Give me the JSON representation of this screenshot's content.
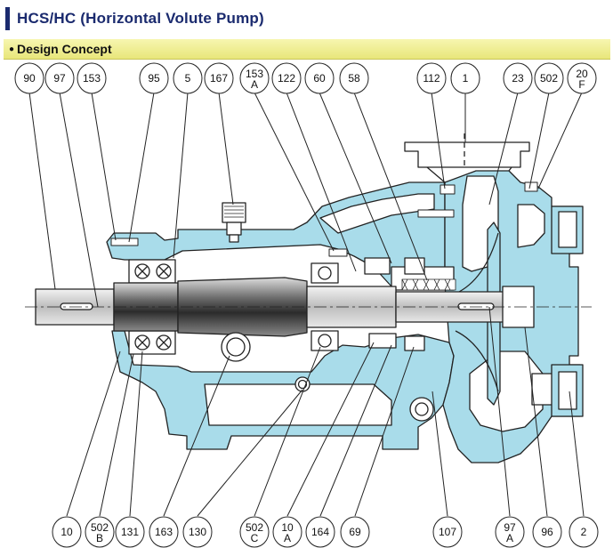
{
  "title": "HCS/HC (Horizontal Volute Pump)",
  "section": "Design Concept",
  "callouts_top": [
    {
      "line1": "90",
      "line2": ""
    },
    {
      "line1": "97",
      "line2": ""
    },
    {
      "line1": "153",
      "line2": ""
    },
    {
      "line1": "95",
      "line2": ""
    },
    {
      "line1": "5",
      "line2": ""
    },
    {
      "line1": "167",
      "line2": ""
    },
    {
      "line1": "153",
      "line2": "A"
    },
    {
      "line1": "122",
      "line2": ""
    },
    {
      "line1": "60",
      "line2": ""
    },
    {
      "line1": "58",
      "line2": ""
    },
    {
      "line1": "112",
      "line2": ""
    },
    {
      "line1": "1",
      "line2": ""
    },
    {
      "line1": "23",
      "line2": ""
    },
    {
      "line1": "502",
      "line2": ""
    },
    {
      "line1": "20",
      "line2": "F"
    }
  ],
  "callouts_bottom": [
    {
      "line1": "10",
      "line2": ""
    },
    {
      "line1": "502",
      "line2": "B"
    },
    {
      "line1": "131",
      "line2": ""
    },
    {
      "line1": "163",
      "line2": ""
    },
    {
      "line1": "130",
      "line2": ""
    },
    {
      "line1": "502",
      "line2": "C"
    },
    {
      "line1": "10",
      "line2": "A"
    },
    {
      "line1": "164",
      "line2": ""
    },
    {
      "line1": "69",
      "line2": ""
    },
    {
      "line1": "107",
      "line2": ""
    },
    {
      "line1": "97",
      "line2": "A"
    },
    {
      "line1": "96",
      "line2": ""
    },
    {
      "line1": "2",
      "line2": ""
    }
  ],
  "colors": {
    "title": "#1a2a6e",
    "casing_fill": "#a9dcea",
    "outline": "#222222",
    "shaft_dark": "#3a3a3a",
    "section_bar": "#ecea86"
  }
}
